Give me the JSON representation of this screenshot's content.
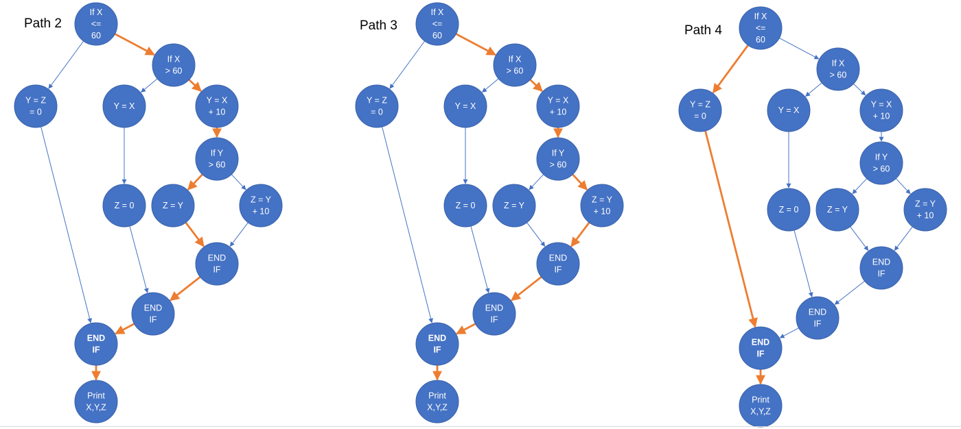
{
  "colors": {
    "node_fill": "#4472C4",
    "node_text": "#ffffff",
    "edge_default": "#4472C4",
    "edge_highlight": "#ED7D31"
  },
  "nodes": {
    "n1": [
      "If X",
      "<=",
      "60"
    ],
    "n2": [
      "If X",
      "> 60"
    ],
    "n3": [
      "Y = Z",
      "= 0"
    ],
    "n4": [
      "Y = X"
    ],
    "n5": [
      "Y = X",
      "+ 10"
    ],
    "n6": [
      "If Y",
      "> 60"
    ],
    "n7": [
      "Z = 0"
    ],
    "n8": [
      "Z = Y"
    ],
    "n9": [
      "Z = Y",
      "+ 10"
    ],
    "n10": [
      "END",
      "IF"
    ],
    "n11": [
      "END",
      "IF"
    ],
    "n12": [
      "END",
      "IF"
    ],
    "n13": [
      "Print",
      "X,Y,Z"
    ]
  },
  "edges": [
    [
      "n1",
      "n2"
    ],
    [
      "n1",
      "n3"
    ],
    [
      "n2",
      "n4"
    ],
    [
      "n2",
      "n5"
    ],
    [
      "n5",
      "n6"
    ],
    [
      "n6",
      "n8"
    ],
    [
      "n6",
      "n9"
    ],
    [
      "n4",
      "n7"
    ],
    [
      "n8",
      "n10"
    ],
    [
      "n9",
      "n10"
    ],
    [
      "n10",
      "n11"
    ],
    [
      "n7",
      "n11"
    ],
    [
      "n11",
      "n12"
    ],
    [
      "n3",
      "n12"
    ],
    [
      "n12",
      "n13"
    ]
  ],
  "panels": [
    {
      "title": "Path 2",
      "highlighted_edges": [
        [
          "n1",
          "n2"
        ],
        [
          "n2",
          "n5"
        ],
        [
          "n5",
          "n6"
        ],
        [
          "n6",
          "n8"
        ],
        [
          "n8",
          "n10"
        ],
        [
          "n10",
          "n11"
        ],
        [
          "n11",
          "n12"
        ],
        [
          "n12",
          "n13"
        ]
      ]
    },
    {
      "title": "Path 3",
      "highlighted_edges": [
        [
          "n1",
          "n2"
        ],
        [
          "n2",
          "n5"
        ],
        [
          "n5",
          "n6"
        ],
        [
          "n6",
          "n9"
        ],
        [
          "n9",
          "n10"
        ],
        [
          "n10",
          "n11"
        ],
        [
          "n11",
          "n12"
        ],
        [
          "n12",
          "n13"
        ]
      ]
    },
    {
      "title": "Path 4",
      "highlighted_edges": [
        [
          "n1",
          "n3"
        ],
        [
          "n3",
          "n12"
        ],
        [
          "n12",
          "n13"
        ]
      ]
    }
  ]
}
